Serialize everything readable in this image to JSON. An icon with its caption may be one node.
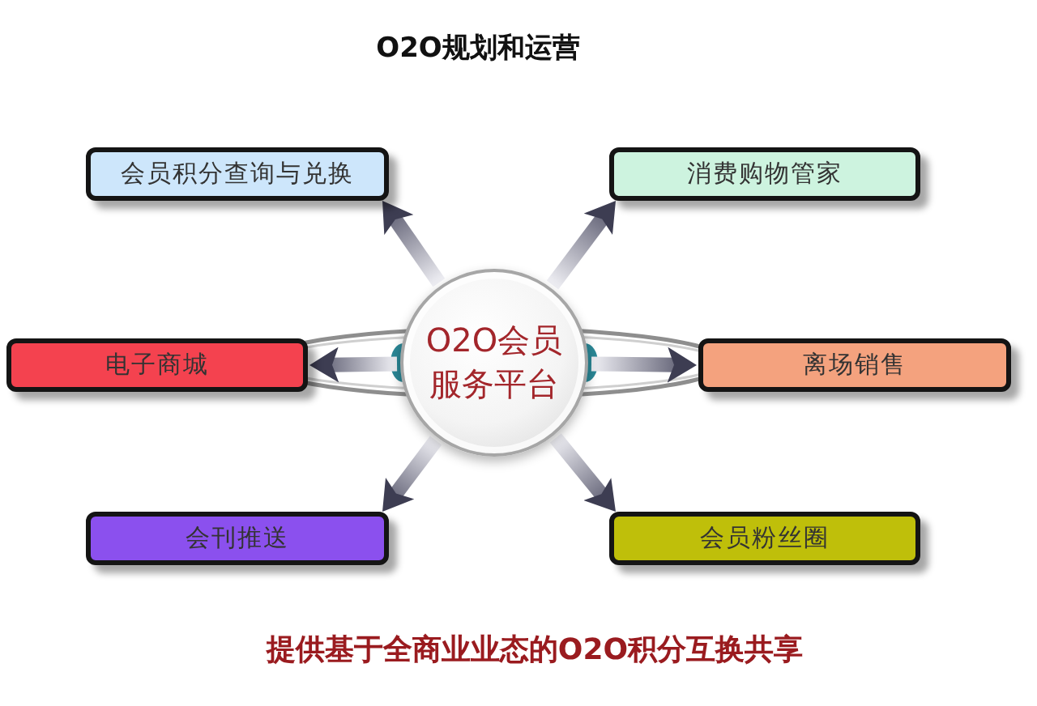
{
  "diagram": {
    "title": "O2O规划和运营",
    "caption": "提供基于全商业业态的O2O积分互换共享",
    "nodes": [
      {
        "text": [
          "会员积分查询与兑换"
        ]
      },
      {
        "text": [
          "消费购物管家"
        ]
      },
      {
        "text": [
          "电子商城"
        ]
      },
      {
        "text": [
          "O2O会员服务平台"
        ]
      },
      {
        "text": [
          "离场销售"
        ]
      },
      {
        "text": [
          "会刊推送"
        ]
      },
      {
        "text": [
          "会员粉丝圈"
        ]
      }
    ],
    "edges": [
      {
        "from": 3,
        "to": 0,
        "arrow": "to",
        "style": "thick"
      },
      {
        "from": 3,
        "to": 1,
        "arrow": "to",
        "style": "thick"
      },
      {
        "from": 3,
        "to": 2,
        "arrow": "to",
        "style": "thick"
      },
      {
        "from": 3,
        "to": 4,
        "arrow": "to",
        "style": "thick"
      },
      {
        "from": 3,
        "to": 5,
        "arrow": "to",
        "style": "thick"
      },
      {
        "from": 3,
        "to": 6,
        "arrow": "to",
        "style": "thick"
      }
    ]
  }
}
